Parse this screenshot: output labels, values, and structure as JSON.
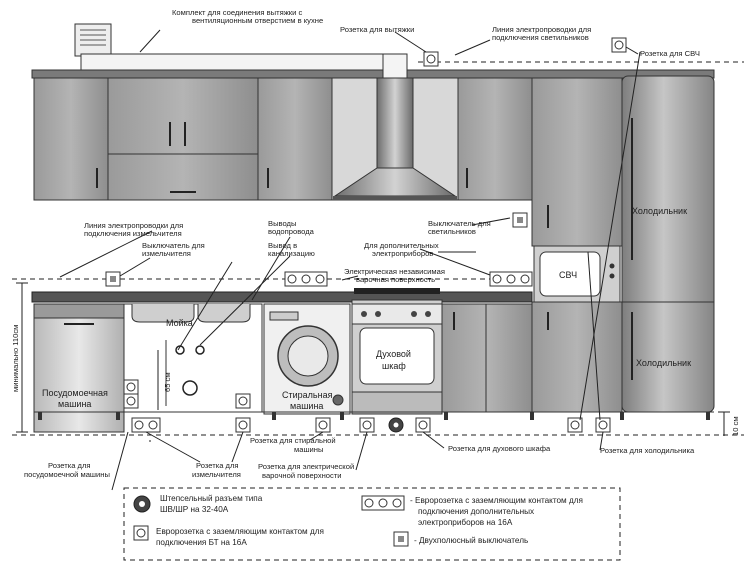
{
  "labels": {
    "vent_kit": "Комплект для соединения вытяжки с",
    "vent_kit_2": "вентиляционным отверстием в кухне",
    "hood_socket": "Розетка для вытяжки",
    "light_line": "Линия электропроводки для",
    "light_line_2": "подключения светильников",
    "microwave_socket": "Розетка для СВЧ",
    "chopper_line": "Линия электропроводки для",
    "chopper_line_2": "подключения измельчителя",
    "chopper_switch": "Выключатель для",
    "chopper_switch_2": "измельчителя",
    "water_outlets": "Выводы",
    "water_outlets_2": "водопровода",
    "sewer_outlet": "Вывод в",
    "sewer_outlet_2": "канализацию",
    "light_switch": "Выключатель для",
    "light_switch_2": "светильников",
    "extra_sockets": "Для дополнительных",
    "extra_sockets_2": "электроприборов",
    "hob_label": "Электрическая независимая",
    "hob_label_2": "варочная поверхность",
    "fridge_top": "Холодильник",
    "microwave": "СВЧ",
    "sink": "Мойка",
    "oven": "Духовой",
    "oven_2": "шкаф",
    "washer": "Стиральная",
    "washer_2": "машина",
    "dishwasher": "Посудомоечная",
    "dishwasher_2": "машина",
    "fridge_bottom": "Холодильник",
    "height_65": "65 см",
    "height_110": "минимально 110см",
    "height_10": "10 см",
    "dishwasher_socket": "Розетка для",
    "dishwasher_socket_2": "посудомоечной машины",
    "chopper_socket": "Розетка для",
    "chopper_socket_2": "измельчителя",
    "washer_socket": "Розетка для стиральной",
    "washer_socket_2": "машины",
    "hob_socket": "Розетка для электрической",
    "hob_socket_2": "варочной поверхности",
    "oven_socket": "Розетка для духового шкафа",
    "fridge_socket": "Розетка для холодильника"
  },
  "legend": {
    "plug": "Штепсельный разъем типа",
    "plug_2": "ШВ/ШР на 32-40А",
    "euro_bt": "Евророзетка с заземляющим контактом для",
    "euro_bt_2": "подключения БТ на 16А",
    "euro_extra": "- Евророзетка с заземляющим контактом для",
    "euro_extra_2": "подключения дополнительных",
    "euro_extra_3": "электроприборов на 16А",
    "switch": "- Двухполюсный выключатель"
  }
}
